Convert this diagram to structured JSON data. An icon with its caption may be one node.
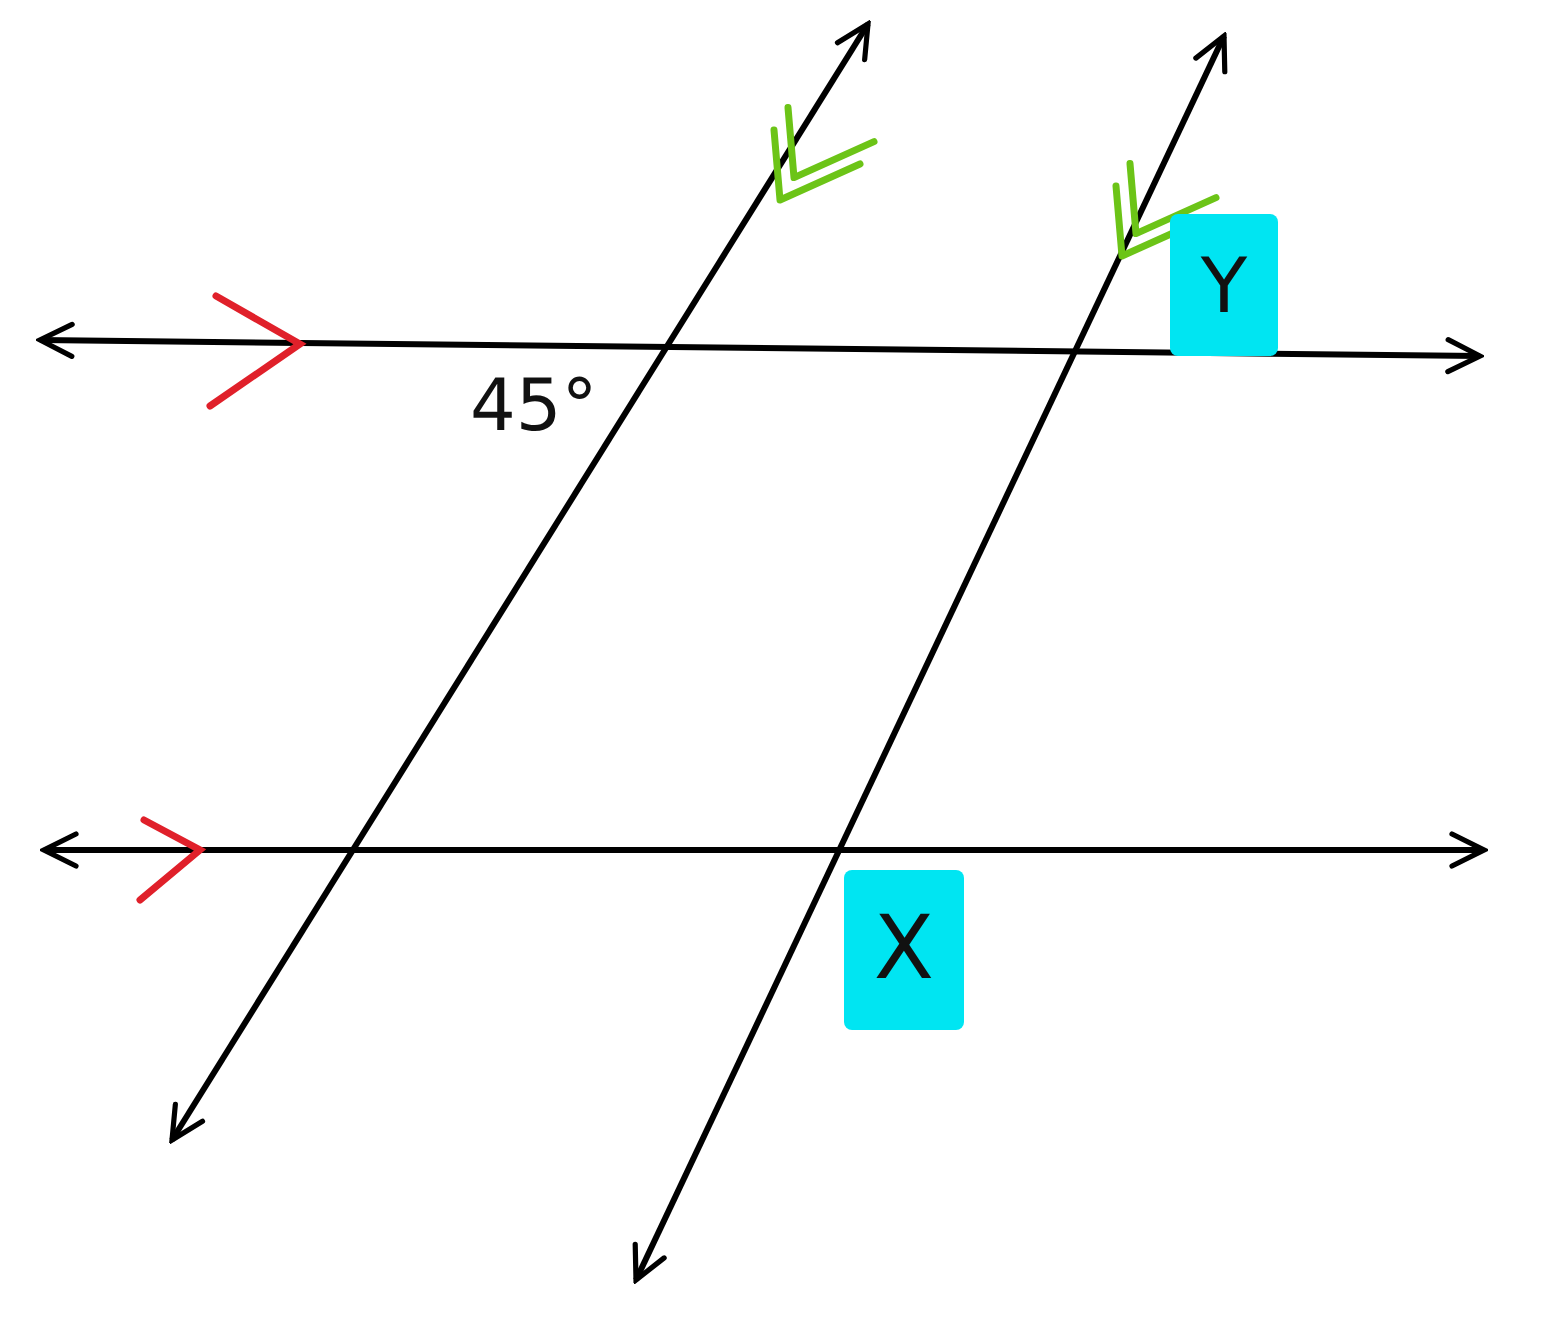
{
  "diagram": {
    "nodes": [
      {
        "text": [
          "Y"
        ]
      },
      {
        "text": [
          "X"
        ]
      }
    ],
    "labels": [
      "45°"
    ]
  }
}
